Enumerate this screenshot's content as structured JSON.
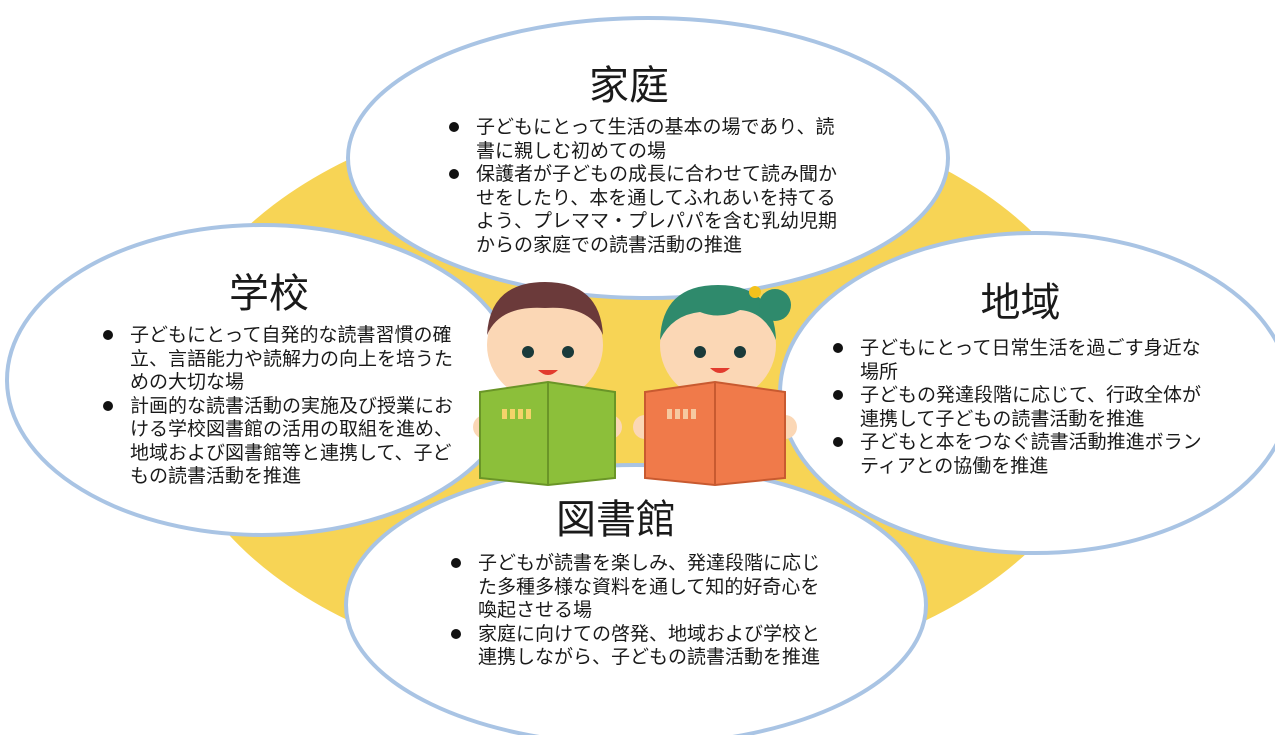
{
  "colors": {
    "ring": "#f7d455",
    "bubble_fill": "#ffffff",
    "bubble_stroke": "#a9c4e4",
    "book_green": "#8cbf3a",
    "book_orange": "#f07a4a"
  },
  "circles": {
    "home": {
      "title": "家庭",
      "bullets": [
        "子どもにとって生活の基本の場であり、読書に親しむ初めての場",
        "保護者が子どもの成長に合わせて読み聞かせをしたり、本を通してふれあいを持てるよう、プレママ・プレパパを含む乳幼児期からの家庭での読書活動の推進"
      ]
    },
    "school": {
      "title": "学校",
      "bullets": [
        "子どもにとって自発的な読書習慣の確立、言語能力や読解力の向上を培うための大切な場",
        "計画的な読書活動の実施及び授業における学校図書館の活用の取組を進め、地域および図書館等と連携して、子どもの読書活動を推進"
      ]
    },
    "community": {
      "title": "地域",
      "bullets": [
        "子どもにとって日常生活を過ごす身近な場所",
        "子どもの発達段階に応じて、行政全体が連携して子どもの読書活動を推進",
        "子どもと本をつなぐ読書活動推進ボランティアとの協働を推進"
      ]
    },
    "library": {
      "title": "図書館",
      "bullets": [
        "子どもが読書を楽しみ、発達段階に応じた多種多様な資料を通して知的好奇心を喚起させる場",
        "家庭に向けての啓発、地域および学校と連携しながら、子どもの読書活動を推進"
      ]
    }
  },
  "illustration": {
    "subject": "two children reading books",
    "icons": [
      "boy-reading-icon",
      "girl-reading-icon"
    ]
  }
}
